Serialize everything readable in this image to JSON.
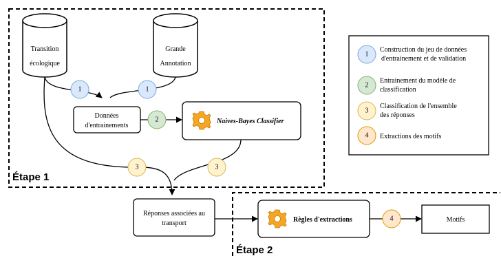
{
  "stages": {
    "stage1": "Étape 1",
    "stage2": "Étape 2"
  },
  "nodes": {
    "db_transition": [
      "Transition",
      "écologique"
    ],
    "db_annotation": [
      "Grande",
      "Annotation"
    ],
    "training_data": [
      "Données",
      "d'entrainements"
    ],
    "classifier": "Naives-Bayes Classifier",
    "responses": [
      "Réponses associées au",
      "transport"
    ],
    "rules": "Règles d'extractions",
    "motifs": "Motifs"
  },
  "steps": {
    "s1a": "1",
    "s1b": "1",
    "s2": "2",
    "s3a": "3",
    "s3b": "3",
    "s4": "4"
  },
  "legend": [
    {
      "num": "1",
      "color": "#dae8fc",
      "stroke": "#7ea6d8",
      "lines": [
        "Construction du jeu de données",
        "d'entrainement et de validation"
      ]
    },
    {
      "num": "2",
      "color": "#d5e8d4",
      "stroke": "#82b366",
      "lines": [
        "Entrainement du modèle de",
        "classification"
      ]
    },
    {
      "num": "3",
      "color": "#fff2cc",
      "stroke": "#d6b656",
      "lines": [
        "Classification de l'ensemble",
        "des réponses"
      ]
    },
    {
      "num": "4",
      "color": "#ffe6cc",
      "stroke": "#d79b00",
      "lines": [
        "Extractions des motifs"
      ]
    }
  ],
  "colors": {
    "step1": "#dae8fc",
    "step2": "#d5e8d4",
    "step3": "#fff2cc",
    "step4": "#ffe6cc",
    "gear": "#f5a623"
  },
  "icons": [
    "database-icon",
    "gear-icon",
    "arrow-icon"
  ]
}
